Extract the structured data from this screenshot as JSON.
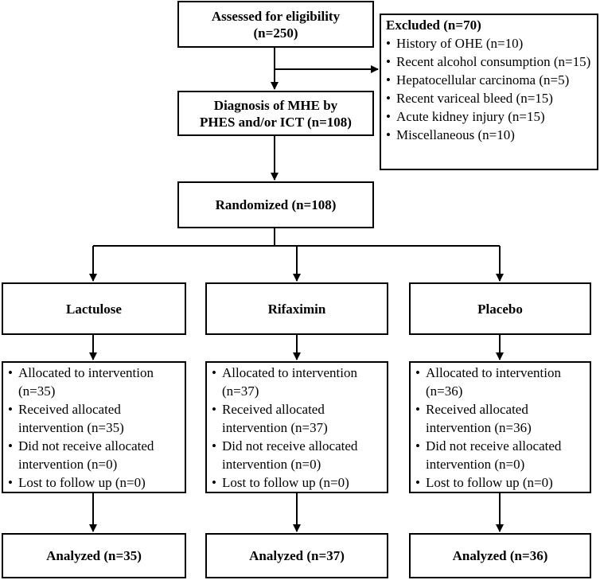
{
  "assessed": {
    "label": "Assessed for eligibility",
    "count": "(n=250)"
  },
  "excluded": {
    "title": "Excluded (n=70)",
    "items": [
      "History of OHE (n=10)",
      "Recent alcohol consumption (n=15)",
      "Hepatocellular carcinoma (n=5)",
      "Recent variceal bleed (n=15)",
      "Acute kidney injury (n=15)",
      "Miscellaneous (n=10)"
    ]
  },
  "diagnosis": {
    "line1": "Diagnosis of MHE by",
    "line2": "PHES and/or ICT (n=108)"
  },
  "randomized": {
    "label": "Randomized (n=108)"
  },
  "arms": [
    {
      "name": "Lactulose",
      "details": [
        "Allocated to intervention (n=35)",
        "Received allocated intervention (n=35)",
        "Did not receive allocated intervention (n=0)",
        "Lost to follow up (n=0)"
      ],
      "analyzed": "Analyzed (n=35)"
    },
    {
      "name": "Rifaximin",
      "details": [
        "Allocated to intervention (n=37)",
        "Received allocated intervention (n=37)",
        "Did not receive allocated intervention (n=0)",
        "Lost to follow up (n=0)"
      ],
      "analyzed": "Analyzed (n=37)"
    },
    {
      "name": "Placebo",
      "details": [
        "Allocated to intervention (n=36)",
        "Received allocated intervention (n=36)",
        "Did not receive allocated intervention (n=0)",
        "Lost to follow up (n=0)"
      ],
      "analyzed": "Analyzed (n=36)"
    }
  ]
}
